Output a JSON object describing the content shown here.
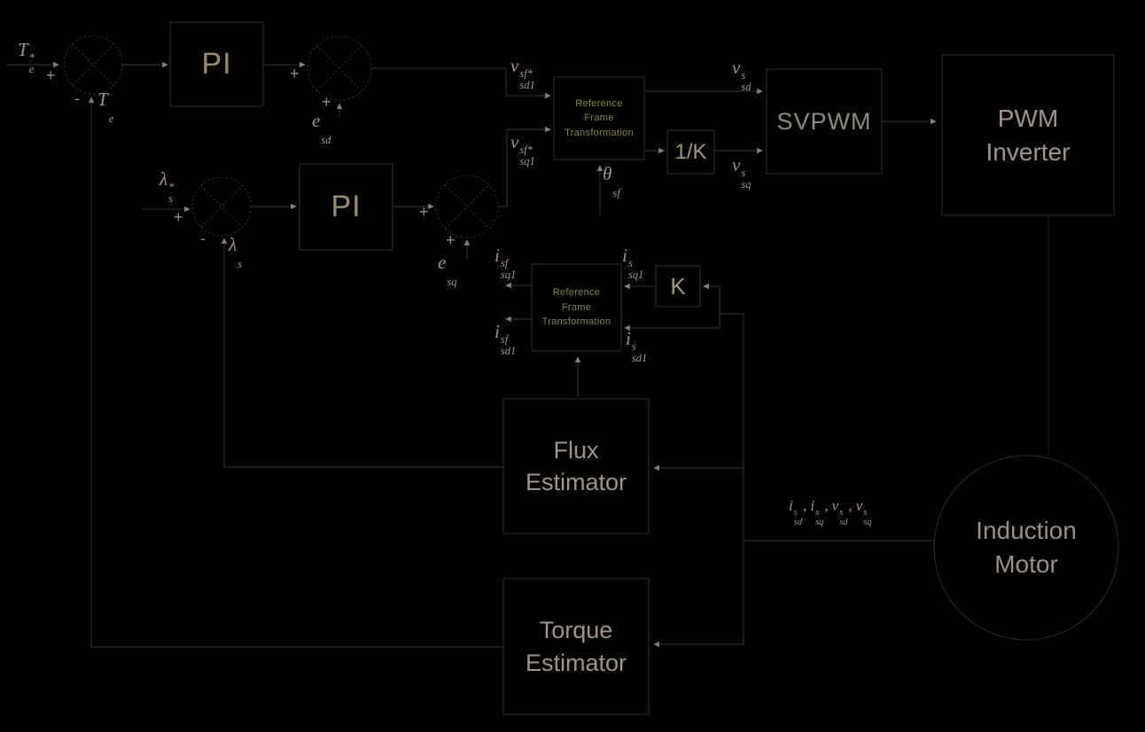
{
  "colors": {
    "background": "#000000",
    "wire": "#38332e",
    "wire_faint": "#1f1c1a",
    "box_border": "#352f2a",
    "arrowhead": "#87817a",
    "math_text": "#a2948d",
    "block_text": "#a2938c",
    "rft_text": "#85854e",
    "gain_text": "#a29a6a",
    "pi_text": "#998a70",
    "svpwm_text": "#8d8881"
  },
  "blocks": {
    "pi1": "PI",
    "pi2": "PI",
    "rft1": [
      "Reference",
      "Frame",
      "Transformation"
    ],
    "rft2": [
      "Reference",
      "Frame",
      "Transformation"
    ],
    "inv_k": "1/K",
    "k": "K",
    "svpwm": "SVPWM",
    "pwm_inverter": [
      "PWM",
      "Inverter"
    ],
    "flux_estimator": [
      "Flux",
      "Estimator"
    ],
    "torque_estimator": [
      "Torque",
      "Estimator"
    ],
    "induction_motor": [
      "Induction",
      "Motor"
    ]
  },
  "signs": {
    "sum1_input": "+",
    "sum1_feedback": "-",
    "sum2_input": "+",
    "sum2_feedback": "+",
    "sum3_input": "+",
    "sum3_feedback": "-",
    "sum4_input": "+",
    "sum4_feedback": "+"
  },
  "labels": {
    "te_ref": {
      "base": "T",
      "sup": "*",
      "sub": "e"
    },
    "te_fb": {
      "base": "T",
      "sub": "e"
    },
    "e_sd": {
      "base": "e",
      "sub": "sd"
    },
    "lambda_ref": {
      "base": "λ",
      "sup": "*",
      "sub": "s"
    },
    "lambda_fb": {
      "base": "λ",
      "sub": "s"
    },
    "e_sq": {
      "base": "e",
      "sub": "sq"
    },
    "v_sd1_ref": {
      "base": "v",
      "sup": "sf*",
      "sub": "sd1"
    },
    "v_sq1_ref": {
      "base": "v",
      "sup": "sf*",
      "sub": "sq1"
    },
    "theta_sf": {
      "base": "θ",
      "sub": "sf"
    },
    "v_sd_s": {
      "base": "v",
      "sup": "s",
      "sub": "sd"
    },
    "v_sq_s": {
      "base": "v",
      "sup": "s",
      "sub": "sq"
    },
    "i_sq1_sf": {
      "base": "i",
      "sup": "sf",
      "sub": "sq1"
    },
    "i_sd1_sf": {
      "base": "i",
      "sup": "sf",
      "sub": "sd1"
    },
    "i_sq1_s": {
      "base": "i",
      "sup": "s",
      "sub": "sq1"
    },
    "i_sd1_s": {
      "base": "i",
      "sup": "s",
      "sub": "sd1"
    },
    "motor_signals": {
      "parts": [
        {
          "base": "i",
          "sup": "s",
          "sub": "sd"
        },
        {
          "sep": ","
        },
        {
          "base": "i",
          "sup": "s",
          "sub": "sq"
        },
        {
          "sep": ","
        },
        {
          "base": "v",
          "sup": "s",
          "sub": "sd"
        },
        {
          "sep": ","
        },
        {
          "base": "v",
          "sup": "s",
          "sub": "sq"
        }
      ]
    }
  }
}
